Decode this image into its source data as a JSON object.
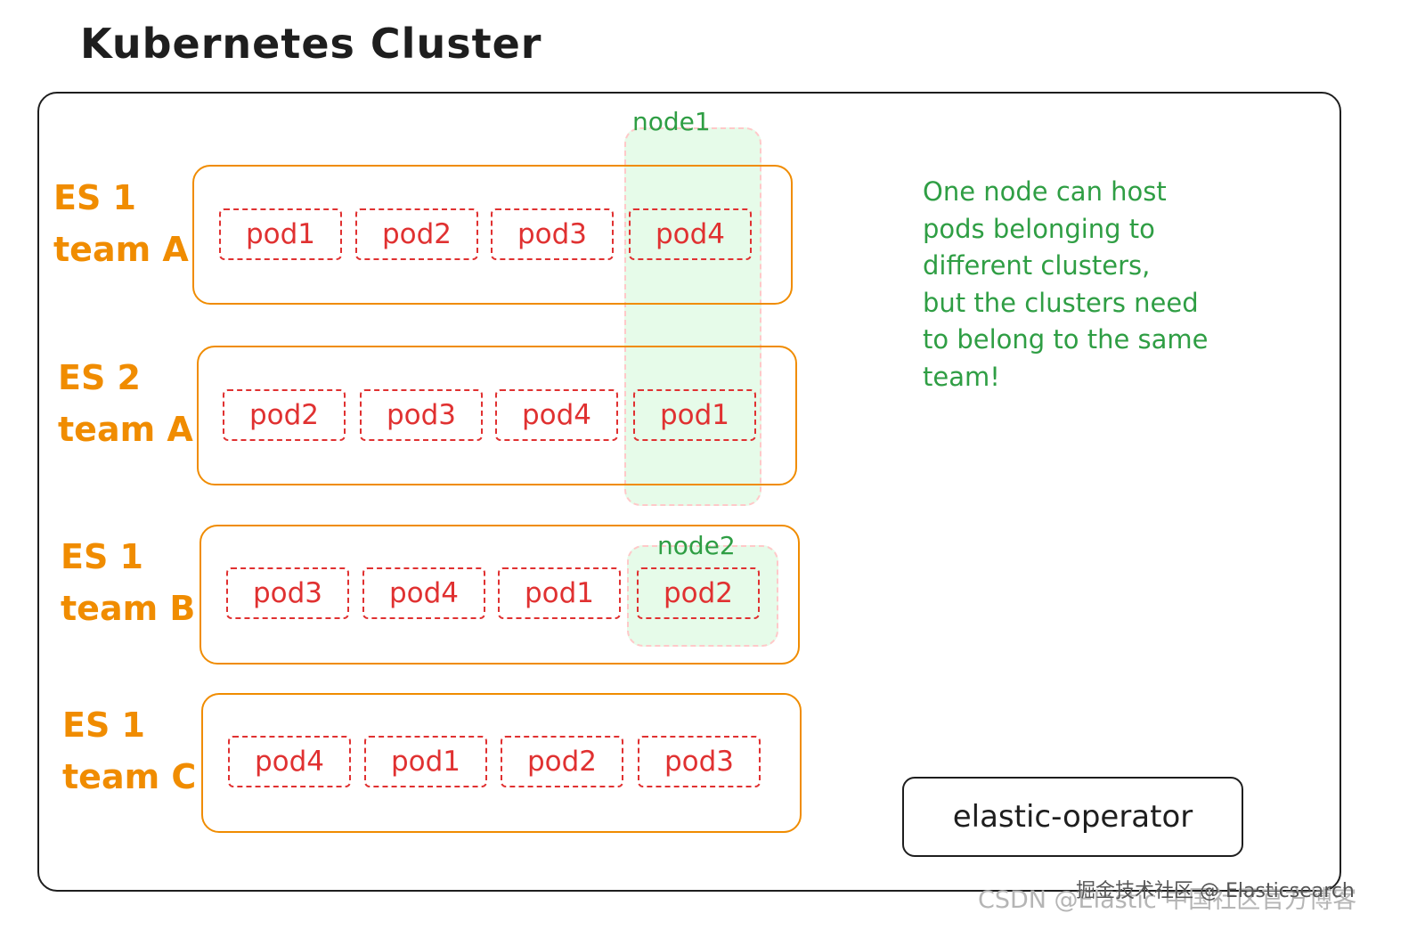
{
  "title": "Kubernetes Cluster",
  "es_clusters": [
    {
      "es": "ES 1",
      "team": "team A",
      "pods": [
        "pod1",
        "pod2",
        "pod3",
        "pod4"
      ]
    },
    {
      "es": "ES 2",
      "team": "team A",
      "pods": [
        "pod2",
        "pod3",
        "pod4",
        "pod1"
      ]
    },
    {
      "es": "ES 1",
      "team": "team B",
      "pods": [
        "pod3",
        "pod4",
        "pod1",
        "pod2"
      ]
    },
    {
      "es": "ES 1",
      "team": "team C",
      "pods": [
        "pod4",
        "pod1",
        "pod2",
        "pod3"
      ]
    }
  ],
  "nodes": {
    "node1": "node1",
    "node2": "node2"
  },
  "note": "One node can host\npods belonging to\ndifferent clusters,\nbut the clusters need\nto belong to the same\nteam!",
  "operator": "elastic-operator",
  "watermark": {
    "csdn": "CSDN @Elastic 中国社区官方博客",
    "juejin": "掘金技术社区 @ Elasticsearch"
  },
  "colors": {
    "cluster_border": "#1e1e1e",
    "es": "#f08c00",
    "pod": "#e03131",
    "node": "#2f9e44",
    "node_fill": "#b2f2bb"
  }
}
